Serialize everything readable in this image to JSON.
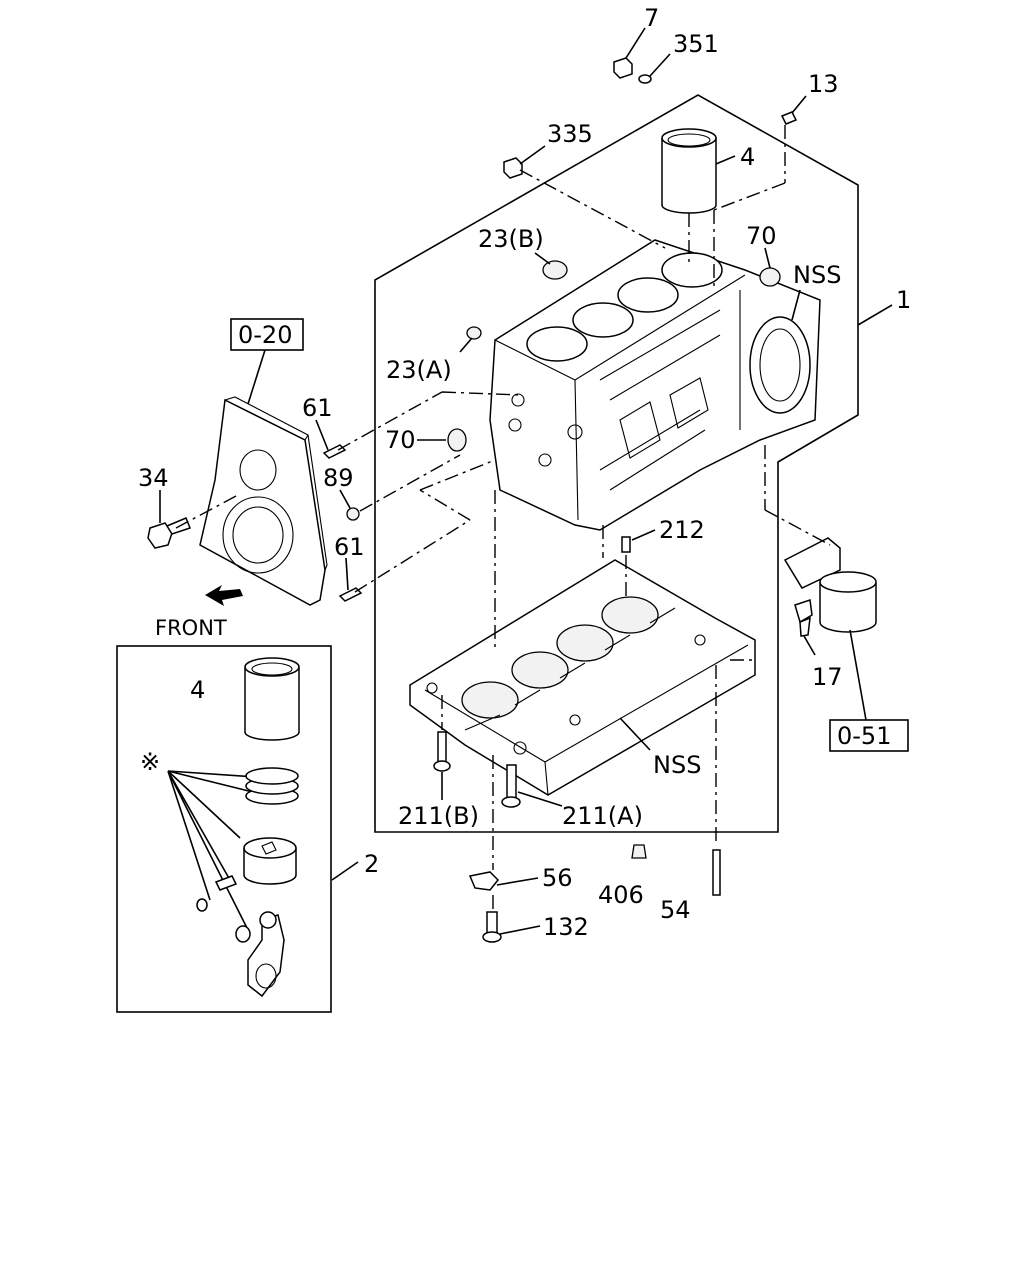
{
  "callouts": {
    "c7": "7",
    "c351": "351",
    "c13": "13",
    "c335": "335",
    "c4_top": "4",
    "c23b": "23(B)",
    "c70_top": "70",
    "c_nss_top": "NSS",
    "c1": "1",
    "c020": "0-20",
    "c23a": "23(A)",
    "c61_top": "61",
    "c70_left": "70",
    "c34": "34",
    "c89": "89",
    "c61_bottom": "61",
    "c212": "212",
    "front": "FRONT",
    "c4_box": "4",
    "asterisk": "※",
    "c17": "17",
    "c051": "0-51",
    "c_nss_bottom": "NSS",
    "c211b": "211(B)",
    "c211a": "211(A)",
    "c2": "2",
    "c56": "56",
    "c406": "406",
    "c54": "54",
    "c132": "132"
  },
  "colors": {
    "line": "#000000",
    "background": "#ffffff"
  },
  "icons": {
    "front_arrow": "front-arrow-icon"
  }
}
